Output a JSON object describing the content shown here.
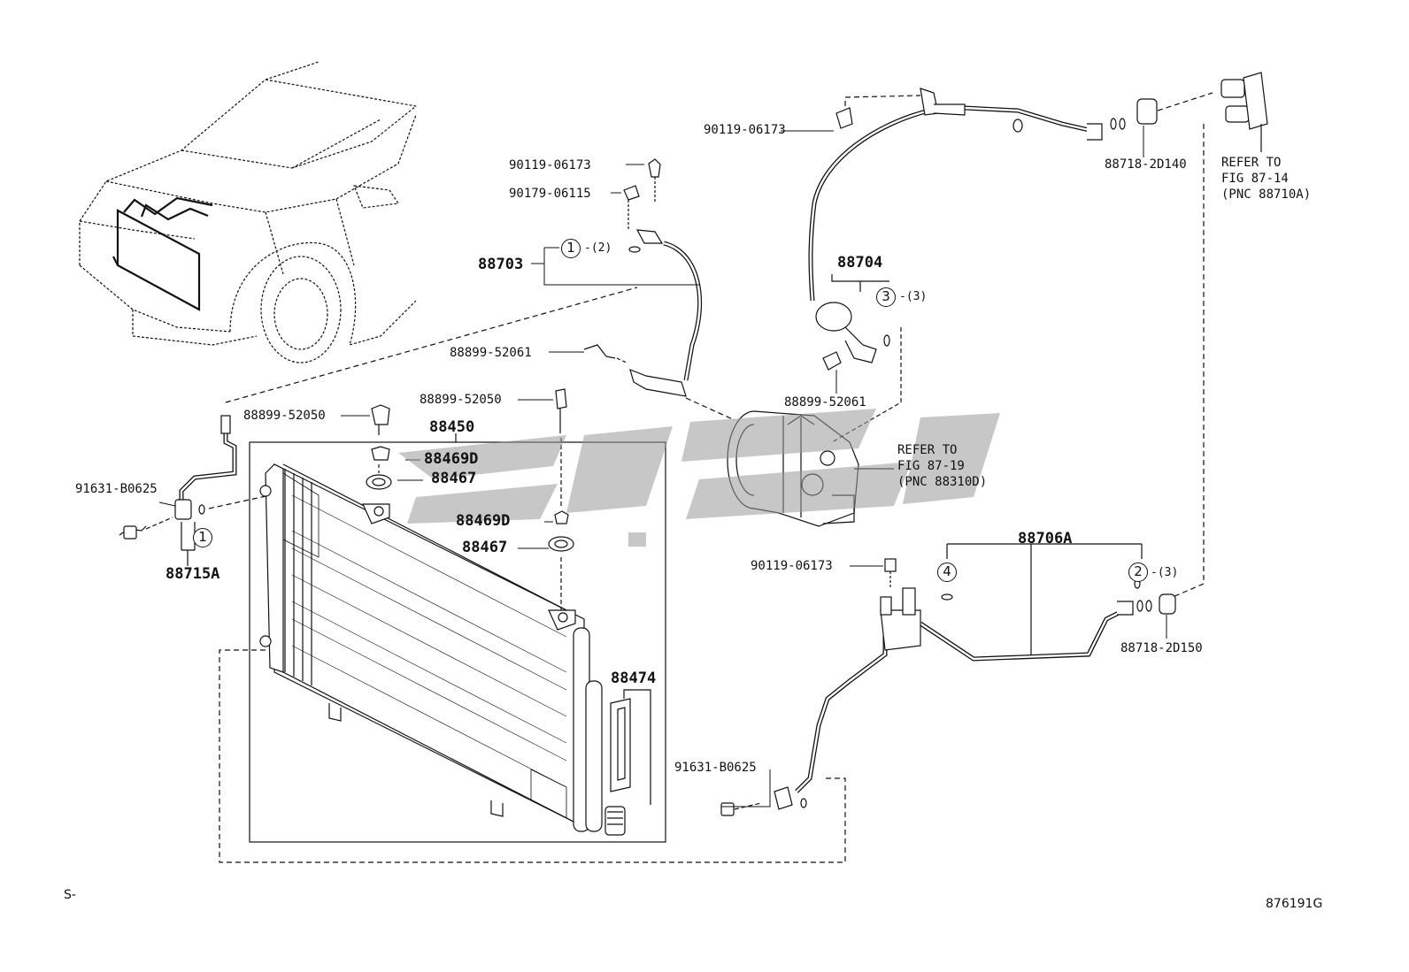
{
  "diagram": {
    "labels": {
      "p90119_top_left": "90119-06173",
      "p90179": "90179-06115",
      "p88703": "88703",
      "p88899_52061_a": "88899-52061",
      "p88899_52050_a": "88899-52050",
      "p88899_52050_b": "88899-52050",
      "p88450": "88450",
      "p88469D_a": "88469D",
      "p88467_a": "88467",
      "p88469D_b": "88469D",
      "p88467_b": "88467",
      "p91631_left": "91631-B0625",
      "p88715A": "88715A",
      "p88474": "88474",
      "p91631_bottom": "91631-B0625",
      "p90119_mid": "90119-06173",
      "p88706A": "88706A",
      "p88718_2D150": "88718-2D150",
      "p88704": "88704",
      "p88899_52061_b": "88899-52061",
      "p90119_top_right": "90119-06173",
      "p88718_2D140": "88718-2D140",
      "refer_87_14_l1": "REFER TO",
      "refer_87_14_l2": "FIG 87-14",
      "refer_87_14_l3": "(PNC 88710A)",
      "refer_87_19_l1": "REFER TO",
      "refer_87_19_l2": "FIG 87-19",
      "refer_87_19_l3": "(PNC 88310D)",
      "footer_left": "S-",
      "footer_right": "876191G"
    },
    "callouts": {
      "c1_top": "1",
      "c1_top_qty": "-(2)",
      "c1_left": "1",
      "c3": "3",
      "c3_qty": "-(3)",
      "c4": "4",
      "c2": "2",
      "c2_qty": "-(3)"
    },
    "colors": {
      "line": "#111111",
      "watermark": "#9a9a9a"
    }
  }
}
